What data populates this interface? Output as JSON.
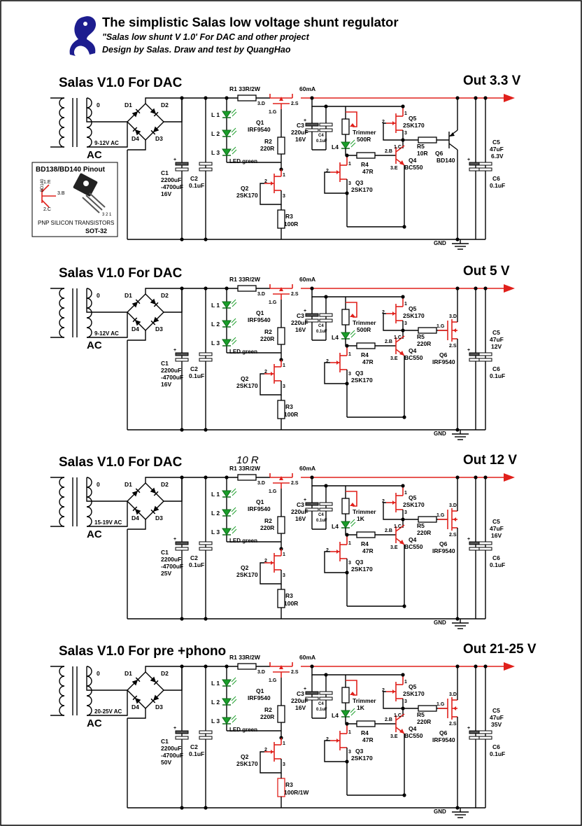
{
  "header": {
    "title": "The simplistic Salas low voltage shunt regulator",
    "subtitle": "\"Salas low shunt V 1.0' For DAC and other project",
    "credit": "Design by Salas. Draw and test by QuangHao"
  },
  "pinout": {
    "title": "BD138/BD140 Pinout",
    "part": "BD140",
    "pin_e": "1.E",
    "pin_c": "2.C",
    "pin_b": "3.B",
    "pkg_pins": "3 2 1",
    "desc": "PNP SILICON TRANSISTORS",
    "pkg": "SOT-32"
  },
  "sections": [
    {
      "title": "Salas V1.0 For DAC",
      "out": "Out 3.3 V",
      "ac_volt": "9-12V AC",
      "c1": [
        "C1",
        "2200uF",
        "-4700uF",
        "16V"
      ],
      "c3": [
        "C3",
        "220uF",
        "16V"
      ],
      "trimmer": [
        "Trimmer",
        "500R"
      ],
      "r5": [
        "R5",
        "10R"
      ],
      "q6": [
        "Q6",
        "BD140"
      ],
      "q6_type": "bjt",
      "c5": [
        "C5",
        "47uF",
        "6.3V"
      ],
      "r3": [
        "R3",
        "100R"
      ],
      "r3_red": false,
      "note": ""
    },
    {
      "title": "Salas V1.0 For DAC",
      "out": "Out 5 V",
      "ac_volt": "9-12V AC",
      "c1": [
        "C1",
        "2200uF",
        "-4700uF",
        "16V"
      ],
      "c3": [
        "C3",
        "220uF",
        "16V"
      ],
      "trimmer": [
        "Trimmer",
        "500R"
      ],
      "r5": [
        "R5",
        "220R"
      ],
      "q6": [
        "Q6",
        "IRF9540"
      ],
      "q6_type": "fet",
      "c5": [
        "C5",
        "47uF",
        "12V"
      ],
      "r3": [
        "R3",
        "100R"
      ],
      "r3_red": false,
      "note": ""
    },
    {
      "title": "Salas V1.0 For DAC",
      "out": "Out 12 V",
      "ac_volt": "15-19V AC",
      "c1": [
        "C1",
        "2200uF",
        "-4700uF",
        "25V"
      ],
      "c3": [
        "C3",
        "220uF",
        "16V"
      ],
      "trimmer": [
        "Trimmer",
        "1K"
      ],
      "r5": [
        "R5",
        "220R"
      ],
      "q6": [
        "Q6",
        "IRF9540"
      ],
      "q6_type": "fet",
      "c5": [
        "C5",
        "47uF",
        "16V"
      ],
      "r3": [
        "R3",
        "100R"
      ],
      "r3_red": false,
      "note": "10 R"
    },
    {
      "title": "Salas V1.0 For pre +phono",
      "out": "Out 21-25 V",
      "ac_volt": "20-25V AC",
      "c1": [
        "C1",
        "2200uF",
        "-4700uF",
        "50V"
      ],
      "c3": [
        "C3",
        "220uF",
        "16V"
      ],
      "trimmer": [
        "Trimmer",
        "1K"
      ],
      "r5": [
        "R5",
        "220R"
      ],
      "q6": [
        "Q6",
        "IRF9540"
      ],
      "q6_type": "fet",
      "c5": [
        "C5",
        "47uF",
        "35V"
      ],
      "r3": [
        "R3",
        "100R/1W"
      ],
      "r3_red": true,
      "note": ""
    }
  ],
  "common": {
    "ac": "AC",
    "zero": "0",
    "d1": "D1",
    "d2": "D2",
    "d3": "D3",
    "d4": "D4",
    "c2": [
      "C2",
      "0.1uF"
    ],
    "c4": [
      "C4",
      "0.1uF"
    ],
    "c6": [
      "C6",
      "0.1uF"
    ],
    "r1": "R1 33R/2W",
    "current": "60mA",
    "q1": [
      "Q1",
      "IRF9540"
    ],
    "q1_d": "3.D",
    "q1_s": "2.S",
    "q1_g": "1.G",
    "leds": [
      "L 1",
      "L 2",
      "L 3"
    ],
    "led_note": "LED green",
    "r2": [
      "R2",
      "220R"
    ],
    "q2": [
      "Q2",
      "2SK170"
    ],
    "q3": [
      "Q3",
      "2SK170"
    ],
    "q5": [
      "Q5",
      "2SK170"
    ],
    "q4": [
      "Q4",
      "BC550"
    ],
    "q4_c": "1.C",
    "q4_b": "2.B",
    "q4_e": "3.E",
    "r4": [
      "R4",
      "47R"
    ],
    "l4": "L4",
    "q6_g": "1.G",
    "q6_s": "2.S",
    "q6_d": "3.D",
    "p1": "1",
    "p2": "2",
    "p3": "3",
    "gnd": "GND"
  },
  "colors": {
    "wire": "#000000",
    "accent": "#e0201b",
    "led": "#1a9e2a",
    "cap_fill": "#505050"
  }
}
